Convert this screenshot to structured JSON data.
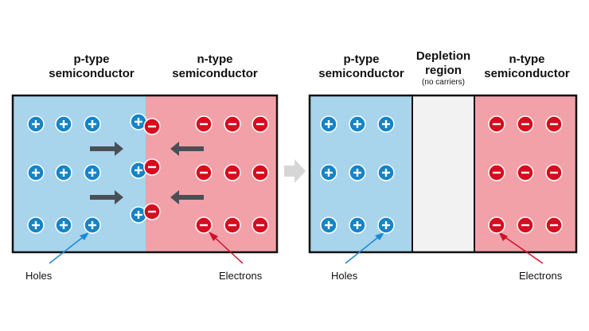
{
  "left_panel": {
    "p_label_line1": "p-type",
    "p_label_line2": "semiconductor",
    "n_label_line1": "n-type",
    "n_label_line2": "semiconductor",
    "holes_label": "Holes",
    "electrons_label": "Electrons"
  },
  "right_panel": {
    "p_label_line1": "p-type",
    "p_label_line2": "semiconductor",
    "depletion_line1": "Depletion",
    "depletion_line2": "region",
    "depletion_note": "(no carriers)",
    "n_label_line1": "n-type",
    "n_label_line2": "semiconductor",
    "holes_label": "Holes",
    "electrons_label": "Electrons"
  },
  "symbols": {
    "hole": "+",
    "electron": "−"
  },
  "colors": {
    "p_region": "#a8d4ec",
    "n_region": "#f2a1a9",
    "depletion": "#f2f2f2",
    "hole": "#1684c6",
    "electron": "#d70c1e",
    "arrow": "#4a4f55",
    "transition_arrow": "#d6d6d6",
    "pointer_hole": "#1a8ad6",
    "pointer_electron": "#d0102a"
  },
  "icons": [
    "hole-charge-icon",
    "electron-charge-icon",
    "drift-arrow-icon",
    "transition-arrow-icon"
  ]
}
